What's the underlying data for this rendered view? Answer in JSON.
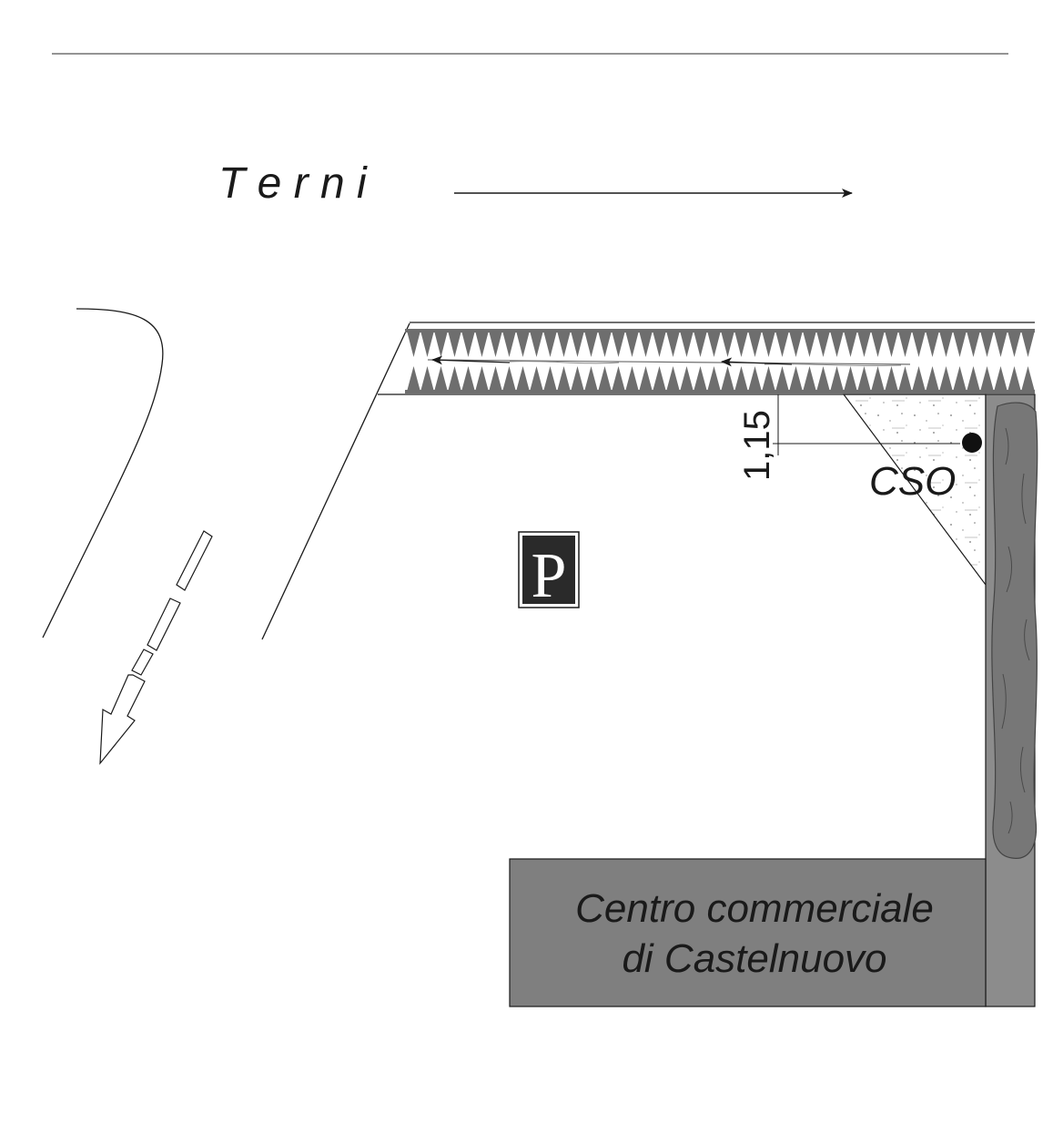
{
  "labels": {
    "direction": "T e r n i",
    "dimension": "1,15",
    "station": "CSO",
    "building_line1": "Centro commerciale",
    "building_line2": "di Castelnuovo",
    "parking": "P"
  },
  "colors": {
    "line": "#1a1a1a",
    "hedge": "#6e6e6e",
    "building": "#7f7f7f",
    "wall": "#8c8c8c",
    "parking_bg": "#2a2a2a"
  },
  "icons": {
    "parking": "parking-sign-icon",
    "station": "station-point-icon",
    "direction": "arrow-right-icon",
    "flow": "dashed-arrow-icon"
  }
}
